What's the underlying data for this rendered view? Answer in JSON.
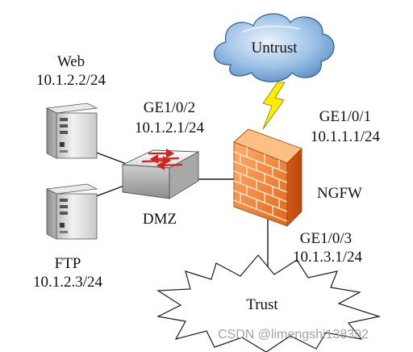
{
  "nodes": {
    "web": {
      "name": "Web",
      "ip": "10.1.2.2/24"
    },
    "ftp": {
      "name": "FTP",
      "ip": "10.1.2.3/24"
    },
    "switch": {
      "name": "DMZ"
    },
    "firewall": {
      "name": "NGFW"
    },
    "untrust": {
      "name": "Untrust"
    },
    "trust": {
      "name": "Trust"
    }
  },
  "interfaces": {
    "dmz_port": {
      "name": "GE1/0/2",
      "ip": "10.1.2.1/24"
    },
    "untrust_port": {
      "name": "GE1/0/1",
      "ip": "10.1.1.1/24"
    },
    "trust_port": {
      "name": "GE1/0/3",
      "ip": "10.1.3.1/24"
    }
  },
  "watermark": "CSDN @limengshi138392",
  "colors": {
    "line": "#1a1a1a",
    "firewall_brick": "#f2883a",
    "firewall_mortar": "#ffd9b8",
    "cloud_blue": "#6d9fd3",
    "lightning": "#ffee00",
    "server_body": "#e6e6e6",
    "switch_body": "#d9d9d9",
    "switch_arrow": "#d2231c"
  }
}
